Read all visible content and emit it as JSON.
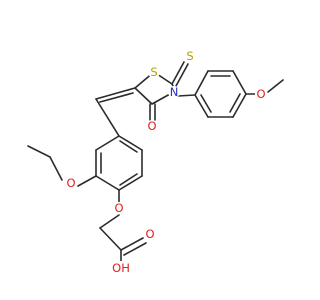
{
  "molecule": {
    "atoms": {
      "ring_sulfur": "S",
      "thione_sulfur": "S",
      "ring_nitrogen": "N",
      "carbonyl_oxygen": "O",
      "methoxy_oxygen": "O",
      "ethoxy_oxygen": "O",
      "ether_oxygen": "O",
      "acid_oxygen": "O",
      "hydroxyl": "OH"
    },
    "colors": {
      "bond": "#2b2b2b",
      "sulfur": "#b5a000",
      "nitrogen": "#2a2ad0",
      "oxygen": "#e0201a"
    }
  }
}
